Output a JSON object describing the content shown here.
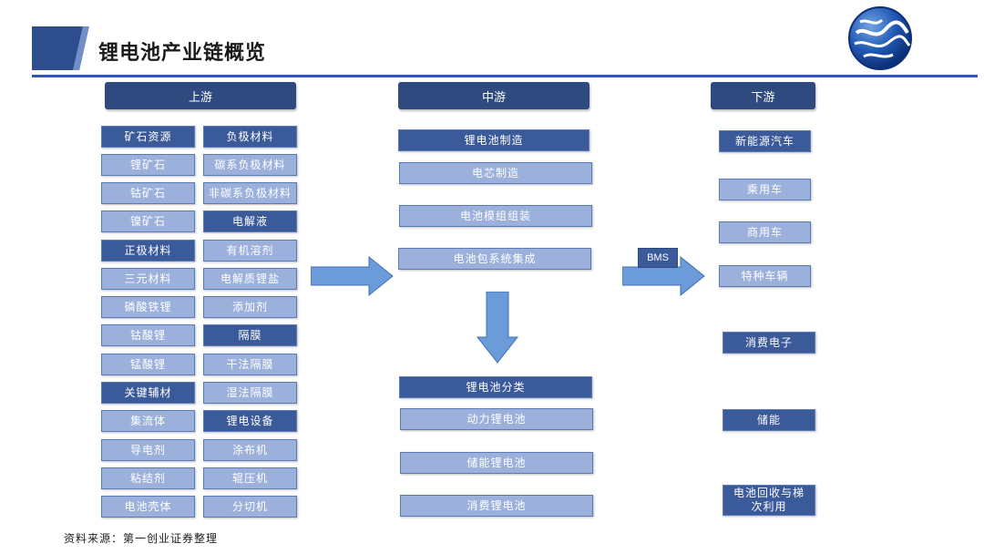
{
  "title": "锂电池产业链概览",
  "columns": {
    "upstream": "上游",
    "midstream": "中游",
    "downstream": "下游"
  },
  "upstream_left": [
    "矿石资源",
    "锂矿石",
    "钴矿石",
    "镍矿石",
    "正极材料",
    "三元材料",
    "磷酸铁锂",
    "钴酸锂",
    "锰酸锂",
    "关键辅材",
    "集流体",
    "导电剂",
    "粘结剂",
    "电池壳体"
  ],
  "upstream_right": [
    "负极材料",
    "碳系负极材料",
    "非碳系负极材料",
    "电解液",
    "有机溶剂",
    "电解质锂盐",
    "添加剂",
    "隔膜",
    "干法隔膜",
    "湿法隔膜",
    "锂电设备",
    "涂布机",
    "辊压机",
    "分切机"
  ],
  "midstream_top": [
    "锂电池制造",
    "电芯制造",
    "电池模组组装",
    "电池包系统集成"
  ],
  "midstream_bottom": [
    "锂电池分类",
    "动力锂电池",
    "储能锂电池",
    "消费锂电池"
  ],
  "bms_label": "BMS",
  "downstream": [
    "新能源汽车",
    "乘用车",
    "商用车",
    "特种车辆",
    "消费电子",
    "储能",
    "电池回收与梯次利用"
  ],
  "source": "资料来源：第一创业证券整理",
  "colors": {
    "dark_box": "#3b5a9a",
    "light_box": "#9bb0db",
    "header": "#2f4a7f",
    "arrow": "#6b9bd8"
  }
}
